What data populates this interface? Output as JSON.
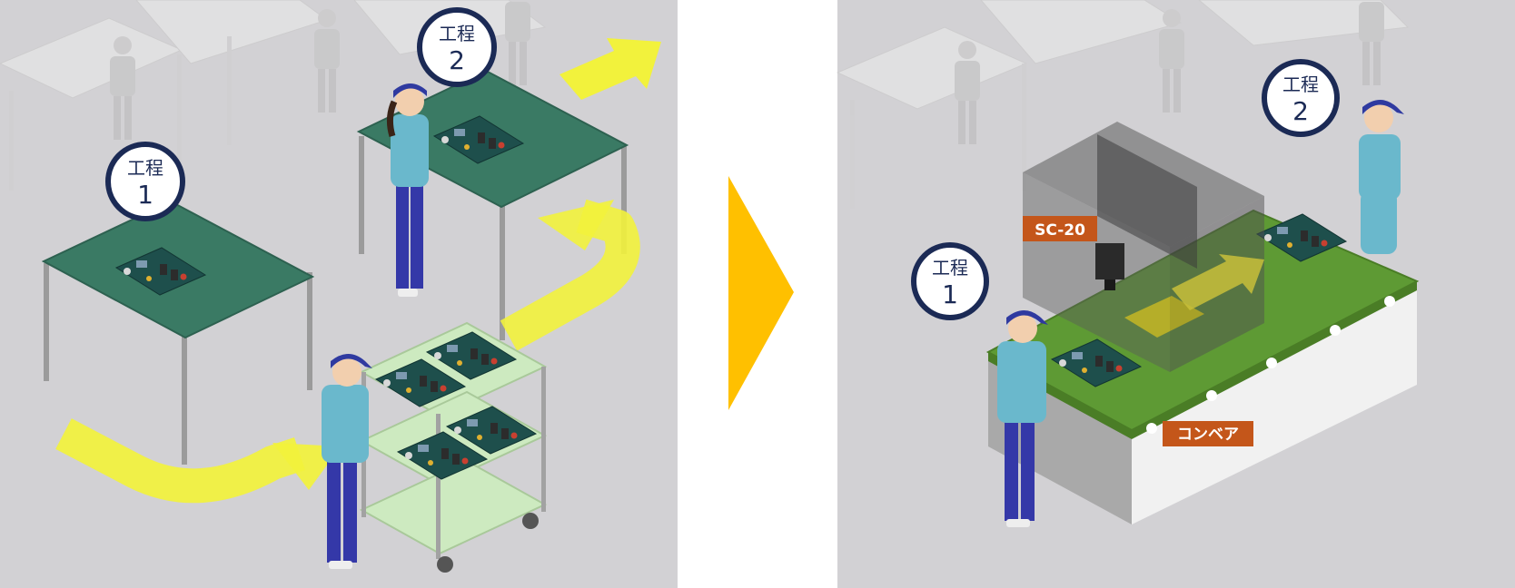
{
  "before": {
    "step1": {
      "word": "工程",
      "num": "1"
    },
    "step2": {
      "word": "工程",
      "num": "2"
    }
  },
  "after": {
    "step1": {
      "word": "工程",
      "num": "1"
    },
    "step2": {
      "word": "工程",
      "num": "2"
    },
    "device_label": "SC-20",
    "conveyor_label": "コンベア"
  },
  "colors": {
    "floor": "#d2d1d4",
    "table_top": "#3a7a64",
    "conveyor_belt": "#5e9a34",
    "cart": "#cdeac0",
    "flow_arrow": "#f2f23c",
    "transition_arrow": "#ffc000",
    "label_bg": "#c4561a",
    "badge_ring": "#1b2a55",
    "shirt": "#6ab8cc",
    "pants": "#3438a8"
  }
}
